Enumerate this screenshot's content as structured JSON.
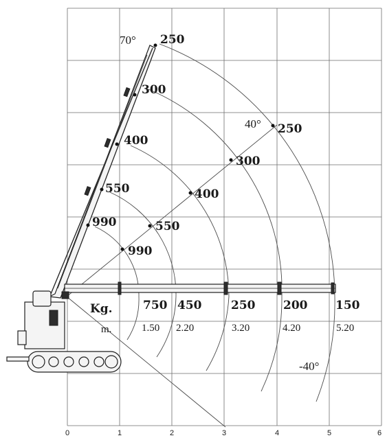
{
  "x_axis_ticks": [
    "0",
    "1",
    "2",
    "3",
    "4",
    "5",
    "6"
  ],
  "angles": {
    "top": "70°",
    "mid": "40°",
    "bottom": "-40°"
  },
  "rays": [
    {
      "name": "ray-70",
      "labels": [
        "250",
        "300",
        "400",
        "550",
        "990"
      ]
    },
    {
      "name": "ray-40",
      "labels": [
        "250",
        "300",
        "400",
        "550",
        "990"
      ]
    }
  ],
  "horizontal_table": {
    "kg_label": "Kg.",
    "m_label": "m.",
    "loads": [
      "750",
      "450",
      "250",
      "200",
      "150"
    ],
    "radii": [
      "1.50",
      "2.20",
      "3.20",
      "4.20",
      "5.20"
    ]
  },
  "colors": {
    "grid": "#6e6e6e",
    "ink": "#1a1a1a"
  }
}
